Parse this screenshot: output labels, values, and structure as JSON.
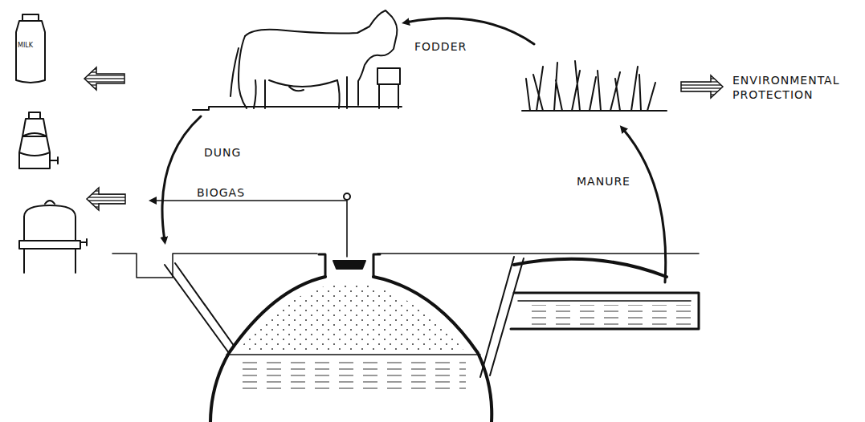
{
  "diagram": {
    "labels": [
      "MILK",
      "FODDER",
      "ENVIRONMENTAL PROTECTION",
      "DUNG",
      "BIOGAS",
      "MANURE"
    ]
  }
}
